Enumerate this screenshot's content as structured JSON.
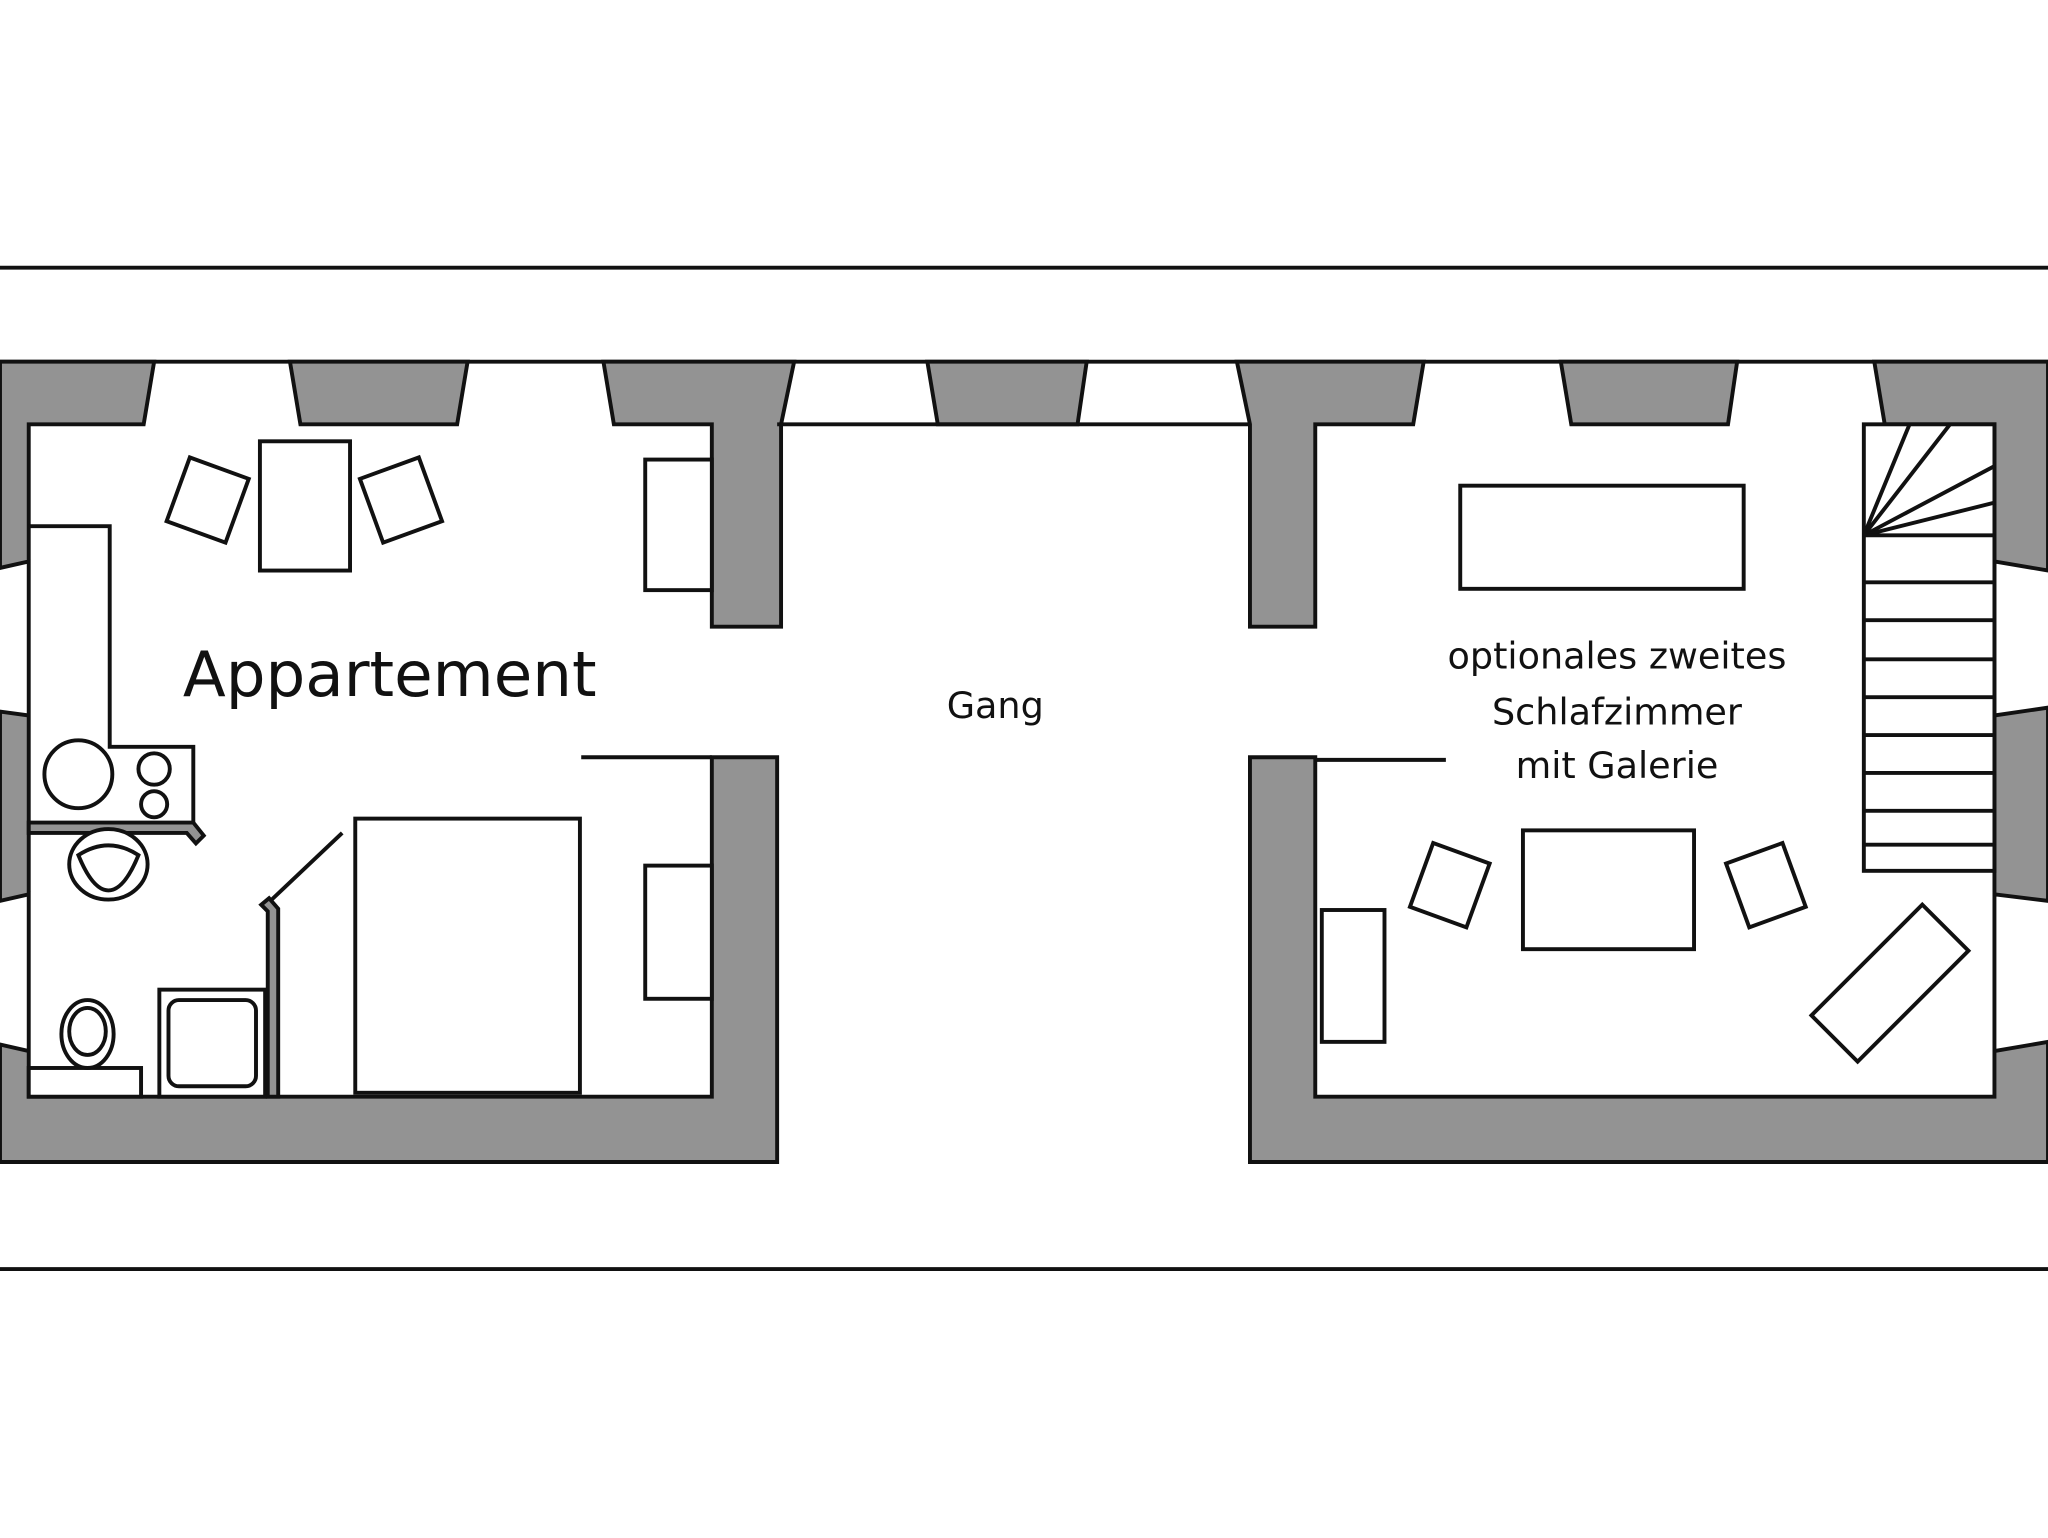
{
  "plan": {
    "rooms": {
      "apartment": "Appartement",
      "corridor": "Gang",
      "bedroom_lines": [
        "optionales zweites",
        "Schlafzimmer",
        "mit Galerie"
      ]
    },
    "colors": {
      "wall": "#939393",
      "line": "#111111",
      "background": "#ffffff"
    }
  }
}
